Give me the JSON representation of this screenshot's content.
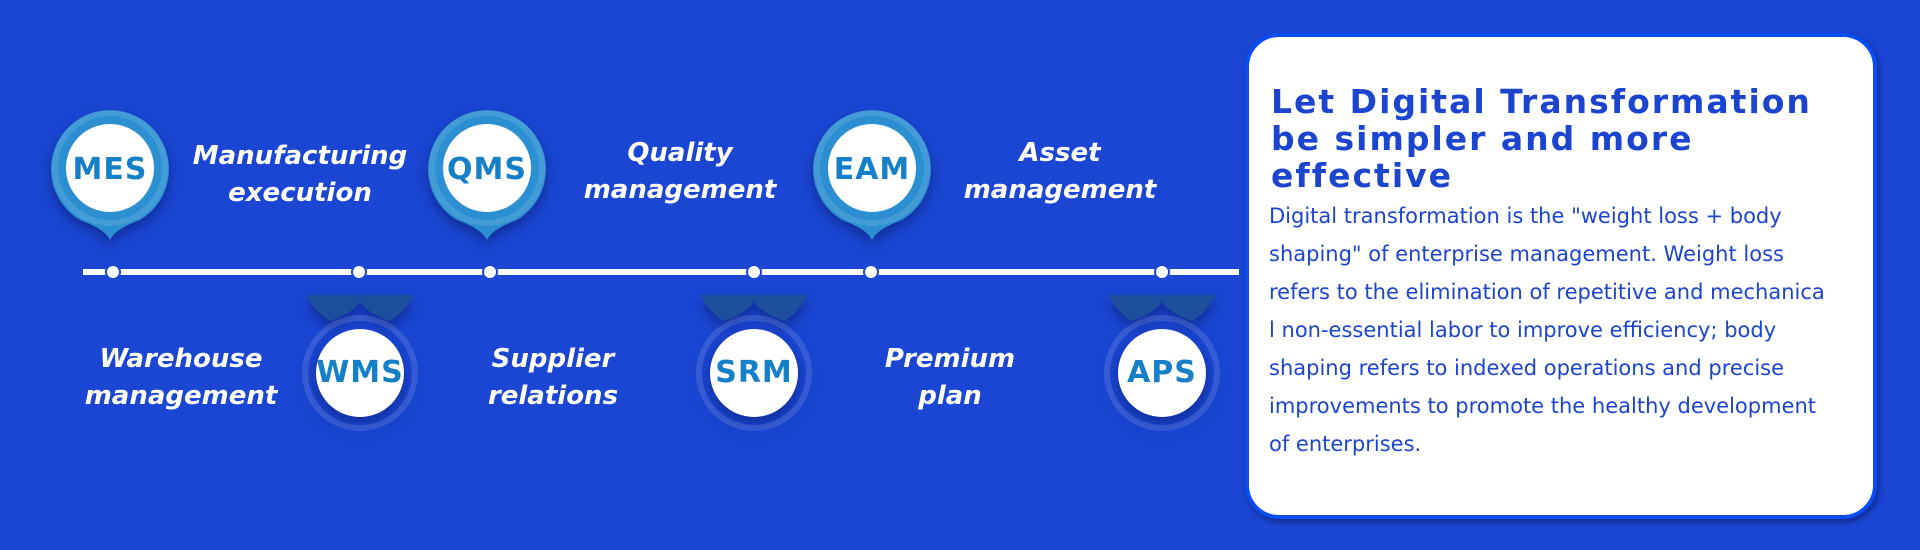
{
  "colors": {
    "background": "#1a46d3",
    "pin_top": "#2b8fd2",
    "pin_bottom": "#1d4f9e",
    "code_text": "#1580c8",
    "card_text": "#1b44cf"
  },
  "top_modules": [
    {
      "code": "MES",
      "label": "Manufacturing execution"
    },
    {
      "code": "QMS",
      "label": "Quality management"
    },
    {
      "code": "EAM",
      "label": "Asset management"
    }
  ],
  "bottom_modules": [
    {
      "code": "WMS",
      "label": "Warehouse management"
    },
    {
      "code": "SRM",
      "label": "Supplier relations"
    },
    {
      "code": "APS",
      "label": "Premium plan"
    }
  ],
  "card": {
    "title": "Let Digital Transformation be simpler and more effective",
    "body": "Digital transformation is the \"weight loss + body\nshaping\" of enterprise management. Weight loss\nrefers to the elimination of repetitive and mechanica\nl non-essential labor to improve efficiency; body\nshaping refers to indexed operations and precise\nimprovements to promote the healthy development\n of enterprises."
  }
}
